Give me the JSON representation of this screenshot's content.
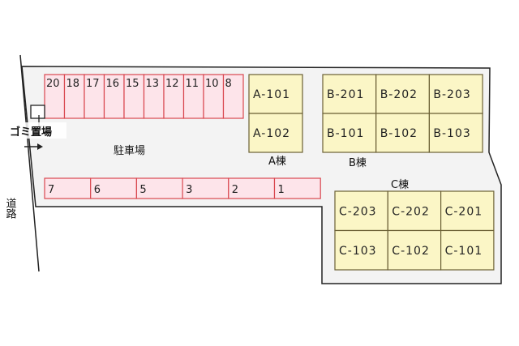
{
  "labels": {
    "parking": "駐車場",
    "garbage": "ゴミ置場",
    "road": "道路",
    "building_a": "A棟",
    "building_b": "B棟",
    "building_c": "C棟"
  },
  "parking_top": [
    "20",
    "18",
    "17",
    "16",
    "15",
    "13",
    "12",
    "11",
    "10",
    "8"
  ],
  "parking_bottom": [
    "7",
    "6",
    "5",
    "3",
    "2",
    "1"
  ],
  "building_a": [
    [
      "A-101"
    ],
    [
      "A-102"
    ]
  ],
  "building_b": [
    [
      "B-201",
      "B-202",
      "B-203"
    ],
    [
      "B-101",
      "B-102",
      "B-103"
    ]
  ],
  "building_c": [
    [
      "C-203",
      "C-202",
      "C-201"
    ],
    [
      "C-103",
      "C-102",
      "C-101"
    ]
  ],
  "colors": {
    "parking_fill": "#fde4ea",
    "parking_stroke": "#d9474f",
    "unit_fill": "#fbf6c6",
    "unit_stroke": "#6b6035",
    "site_fill": "#f3f3f3",
    "outline": "#222222"
  }
}
